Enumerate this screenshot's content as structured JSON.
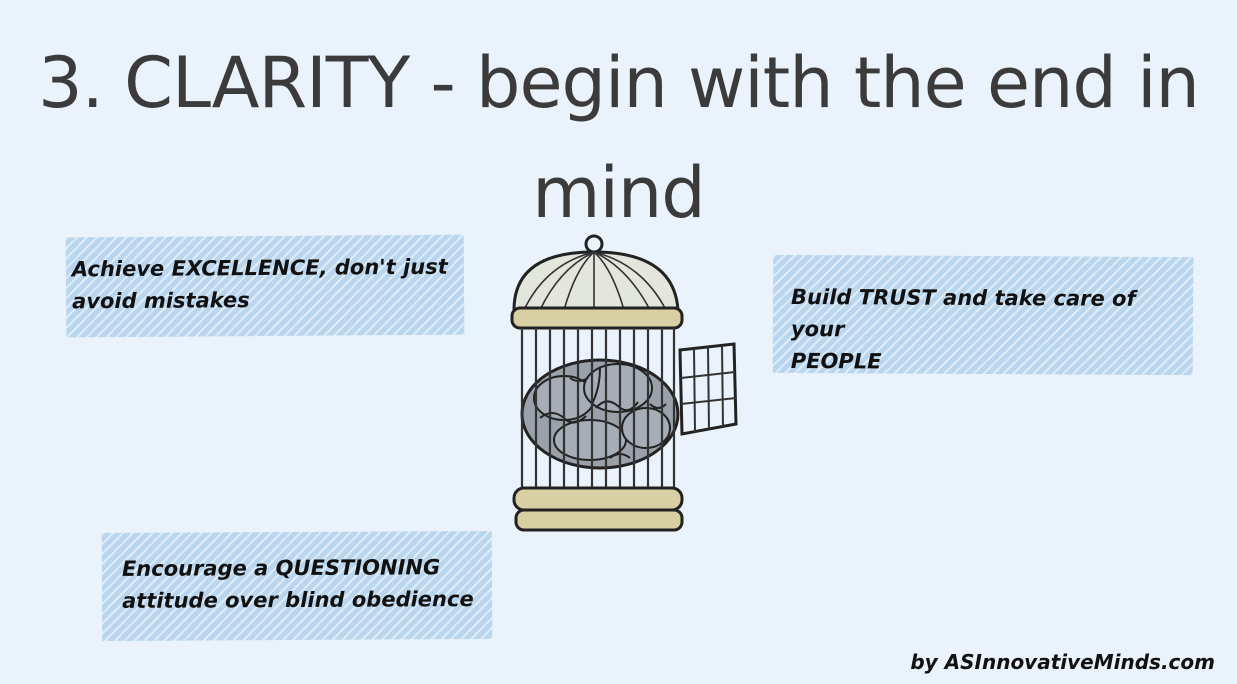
{
  "title": "3. CLARITY - begin with the end in mind",
  "notes": [
    {
      "lines": [
        "Achieve EXCELLENCE, don't just",
        "avoid mistakes"
      ]
    },
    {
      "lines": [
        "Build TRUST and take care of your",
        "PEOPLE"
      ]
    },
    {
      "lines": [
        "Encourage a QUESTIONING",
        "attitude over blind obedience"
      ]
    }
  ],
  "credit": "by ASInnovativeMinds.com",
  "illustration": {
    "icon": "caged-brain-icon"
  },
  "colors": {
    "background": "#eaf3fb",
    "note": "#b9d6ee",
    "cage": "#d8cfa2",
    "brain": "#9aa1ab",
    "title_text": "#3b3b3b"
  }
}
